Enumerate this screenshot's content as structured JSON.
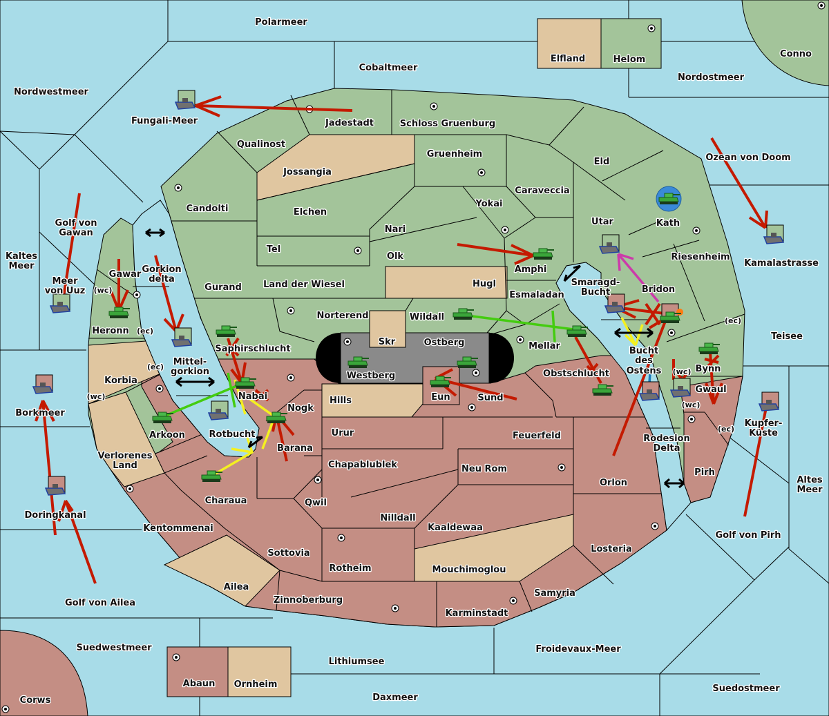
{
  "colors": {
    "sea": "#a8dce8",
    "power_green": "#a3c49a",
    "power_red": "#c48e84",
    "neutral": "#e0c6a0",
    "impassable_center": "#8a8a8a",
    "order_move": "#c41a00",
    "order_support": "#f4f020",
    "order_support_alt": "#44cc10",
    "order_convoy": "#cc3aaa"
  },
  "sea_regions": [
    {
      "name": "Polarmeer"
    },
    {
      "name": "Cobaltmeer"
    },
    {
      "name": "Nordwestmeer"
    },
    {
      "name": "Fungali-Meer"
    },
    {
      "name": "Nordostmeer"
    },
    {
      "name": "Ozean von Doom"
    },
    {
      "name": "Kamalastrasse"
    },
    {
      "name": "Teisee"
    },
    {
      "name": "Golf von Gawan"
    },
    {
      "name": "Kaltes Meer"
    },
    {
      "name": "Meer von Uuz"
    },
    {
      "name": "Gorkion delta"
    },
    {
      "name": "Mittel-gorkion"
    },
    {
      "name": "Borkmeer"
    },
    {
      "name": "Rotbucht"
    },
    {
      "name": "Doringkanal"
    },
    {
      "name": "Golf von Ailea"
    },
    {
      "name": "Suedwestmeer"
    },
    {
      "name": "Lithiumsee"
    },
    {
      "name": "Daxmeer"
    },
    {
      "name": "Froidevaux-Meer"
    },
    {
      "name": "Suedostmeer"
    },
    {
      "name": "Golf von Pirh"
    },
    {
      "name": "Altes Meer"
    },
    {
      "name": "Kupfer-Küste"
    },
    {
      "name": "Rodesion Delta"
    },
    {
      "name": "Bucht des Ostens"
    },
    {
      "name": "Smaragd-Bucht"
    }
  ],
  "labels": {
    "polarmeer": "Polarmeer",
    "cobaltmeer": "Cobaltmeer",
    "nordwestmeer": "Nordwestmeer",
    "fungali": "Fungali-Meer",
    "nordostmeer": "Nordostmeer",
    "ozean": "Ozean von Doom",
    "kamala": "Kamalastrasse",
    "teisee": "Teisee",
    "gawan1": "Golf von",
    "gawan2": "Gawan",
    "kaltes1": "Kaltes",
    "kaltes2": "Meer",
    "uuz1": "Meer",
    "uuz2": "von Uuz",
    "gorkion1": "Gorkion",
    "gorkion2": "delta",
    "mittel1": "Mittel-",
    "mittel2": "gorkion",
    "borkmeer": "Borkmeer",
    "rotbucht": "Rotbucht",
    "doringkanal": "Doringkanal",
    "ailea_golf": "Golf von Ailea",
    "suedwestmeer": "Suedwestmeer",
    "lithiumsee": "Lithiumsee",
    "daxmeer": "Daxmeer",
    "froidevaux": "Froidevaux-Meer",
    "suedostmeer": "Suedostmeer",
    "pirh_golf": "Golf von Pirh",
    "altes1": "Altes",
    "altes2": "Meer",
    "kupfer1": "Kupfer-",
    "kupfer2": "Küste",
    "rodesion1": "Rodesion",
    "rodesion2": "Delta",
    "bucht1": "Bucht",
    "bucht2": "des",
    "bucht3": "Ostens",
    "smaragd1": "Smaragd-",
    "smaragd2": "Bucht",
    "elfland": "Elfland",
    "helom": "Helom",
    "conno": "Conno",
    "jadestadt": "Jadestadt",
    "schloss": "Schloss Gruenburg",
    "qualinost": "Qualinost",
    "jossangia": "Jossangia",
    "gruenheim": "Gruenheim",
    "eld": "Eld",
    "candolti": "Candolti",
    "elchen": "Elchen",
    "caraveccia": "Caraveccia",
    "yokai": "Yokai",
    "nari": "Nari",
    "utar": "Utar",
    "kath": "Kath",
    "tel": "Tel",
    "olk": "Olk",
    "amphi": "Amphi",
    "riesenheim": "Riesenheim",
    "gurand": "Gurand",
    "landwiesel": "Land der Wiesel",
    "hugl": "Hugl",
    "smaragd_x": "",
    "esmaladan": "Esmaladan",
    "bridon": "Bridon",
    "gawar": "Gawar",
    "heronn": "Heronn",
    "norterend": "Norterend",
    "wildall": "Wildall",
    "skr": "Skr",
    "ostberg": "Ostberg",
    "westberg": "Westberg",
    "mellar": "Mellar",
    "saphir": "Saphirschlucht",
    "obst": "Obstschlucht",
    "bynn": "Bynn",
    "gwaul": "Gwaul",
    "korbia": "Korbia",
    "nabai": "Nabai",
    "nogk": "Nogk",
    "hills": "Hills",
    "eun": "Eun",
    "sund": "Sund",
    "arkoon": "Arkoon",
    "barana": "Barana",
    "urur": "Urur",
    "feuerfeld": "Feuerfeld",
    "verlorenes1": "Verlorenes",
    "verlorenes2": "Land",
    "chapa": "Chapablublek",
    "neurom": "Neu Rom",
    "orlon": "Orlon",
    "pirh": "Pirh",
    "charaua": "Charaua",
    "qwil": "Qwil",
    "nilldall": "Nilldall",
    "kaaldewaa": "Kaaldewaa",
    "kentommenai": "Kentommenai",
    "sottovia": "Sottovia",
    "rotheim": "Rotheim",
    "losteria": "Losteria",
    "mouchi": "Mouchimoglou",
    "ailea": "Ailea",
    "samyria": "Samyria",
    "zinnoberburg": "Zinnoberburg",
    "karminstadt": "Karminstadt",
    "abaun": "Abaun",
    "ornheim": "Ornheim",
    "corws": "Corws",
    "wc": "(wc)",
    "ec": "(ec)"
  },
  "units": [
    {
      "type": "fleet",
      "region": "Fungali-Meer",
      "power": "green"
    },
    {
      "type": "fleet",
      "region": "Meer von Uuz",
      "power": "green"
    },
    {
      "type": "fleet",
      "region": "Borkmeer",
      "power": "red"
    },
    {
      "type": "fleet",
      "region": "Doringkanal",
      "power": "red"
    },
    {
      "type": "fleet",
      "region": "Gorkion delta",
      "power": "green"
    },
    {
      "type": "fleet",
      "region": "Rotbucht",
      "power": "green"
    },
    {
      "type": "fleet",
      "region": "Smaragd-Bucht",
      "power": "red"
    },
    {
      "type": "fleet",
      "region": "Bucht des Ostens",
      "power": "red"
    },
    {
      "type": "fleet",
      "region": "Kamalastrasse",
      "power": "green"
    },
    {
      "type": "fleet",
      "region": "Kupfer-Küste",
      "power": "red"
    },
    {
      "type": "fleet",
      "region": "Utar",
      "power": "green"
    },
    {
      "type": "fleet",
      "region": "Gwaul (wc)",
      "power": "green"
    },
    {
      "type": "army",
      "region": "Heronn",
      "power": "green"
    },
    {
      "type": "army",
      "region": "Saphirschlucht",
      "power": "green"
    },
    {
      "type": "army",
      "region": "Nabai",
      "power": "green"
    },
    {
      "type": "army",
      "region": "Arkoon",
      "power": "green"
    },
    {
      "type": "army",
      "region": "Barana",
      "power": "green"
    },
    {
      "type": "army",
      "region": "Charaua",
      "power": "green"
    },
    {
      "type": "army",
      "region": "Westberg",
      "power": "green"
    },
    {
      "type": "army",
      "region": "Ostberg",
      "power": "green"
    },
    {
      "type": "army",
      "region": "Eun",
      "power": "green"
    },
    {
      "type": "army",
      "region": "Wildall",
      "power": "green"
    },
    {
      "type": "army",
      "region": "Amphi",
      "power": "green"
    },
    {
      "type": "army",
      "region": "Mellar",
      "power": "green"
    },
    {
      "type": "army",
      "region": "Obstschlucht",
      "power": "green"
    },
    {
      "type": "army",
      "region": "Bridon",
      "power": "green",
      "dislodged": true
    },
    {
      "type": "army",
      "region": "Bynn",
      "power": "green"
    },
    {
      "type": "army",
      "region": "Kath",
      "power": "green",
      "selected": true
    }
  ]
}
